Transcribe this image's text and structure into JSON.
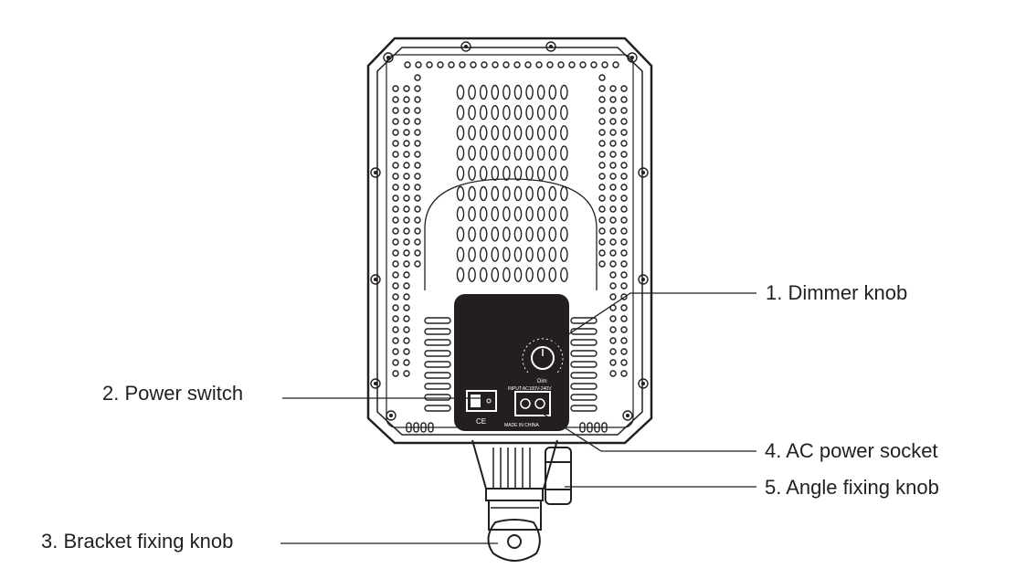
{
  "callouts": {
    "dimmer_knob": "1. Dimmer knob",
    "power_switch": "2. Power switch",
    "bracket_fixing_knob": "3. Bracket fixing knob",
    "ac_power_socket": "4. AC power socket",
    "angle_fixing_knob": "5. Angle fixing knob"
  },
  "panel_text": {
    "dimmer_marking": "Dim",
    "input_rating": "INPUT:AC100V-240V",
    "origin": "MADE IN CHINA",
    "ce_mark": "CE"
  },
  "colors": {
    "line": "#231f20",
    "control_panel": "#231f20",
    "background": "#ffffff"
  }
}
